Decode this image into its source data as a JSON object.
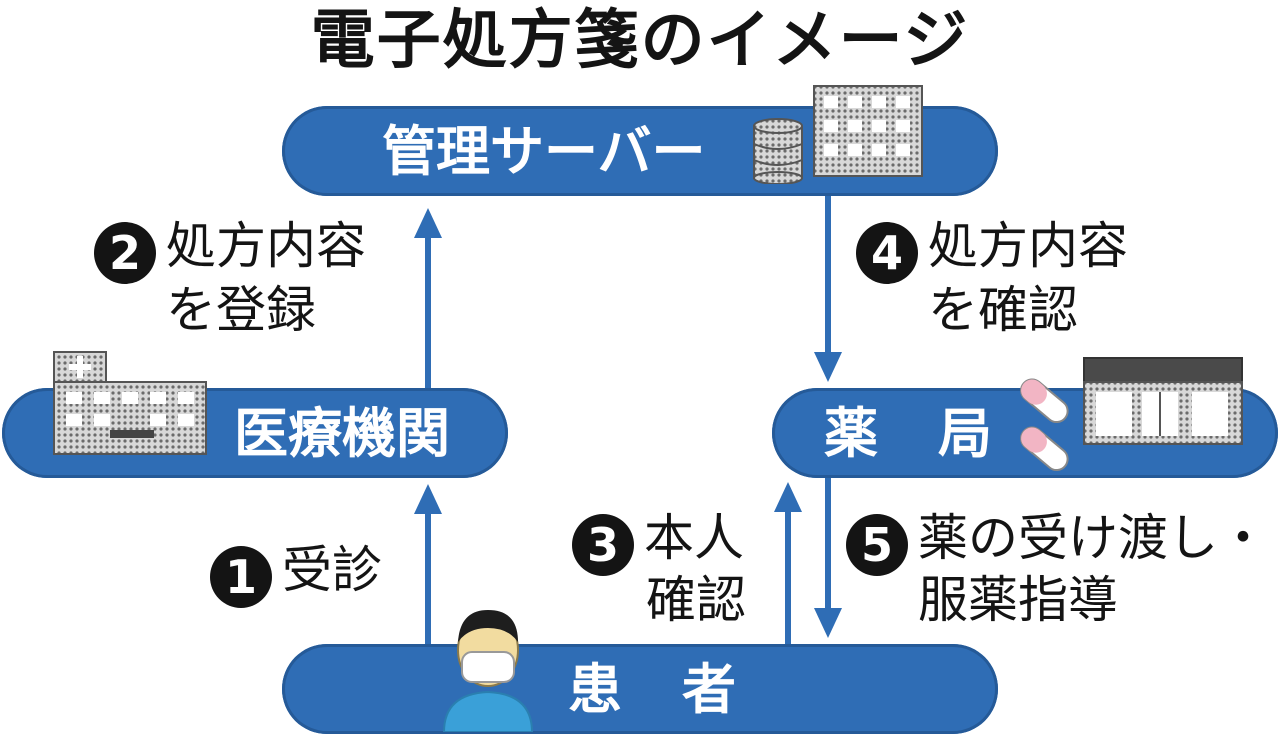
{
  "title": "電子処方箋のイメージ",
  "nodes": {
    "server": "管理サーバー",
    "clinic": "医療機関",
    "pharmacy": "薬局",
    "patient": "患者"
  },
  "steps": [
    {
      "num": "1",
      "line1": "受診",
      "line2": ""
    },
    {
      "num": "2",
      "line1": "処方内容",
      "line2": "を登録"
    },
    {
      "num": "3",
      "line1": "本人",
      "line2": "確認"
    },
    {
      "num": "4",
      "line1": "処方内容",
      "line2": "を確認"
    },
    {
      "num": "5",
      "line1": "薬の受け渡し・",
      "line2": "服薬指導"
    }
  ],
  "colors": {
    "node": "#2f6db5",
    "text": "#141414"
  },
  "icons": [
    "database-icon",
    "server-building-icon",
    "hospital-icon",
    "pill-icon",
    "pharmacy-icon",
    "patient-icon"
  ]
}
